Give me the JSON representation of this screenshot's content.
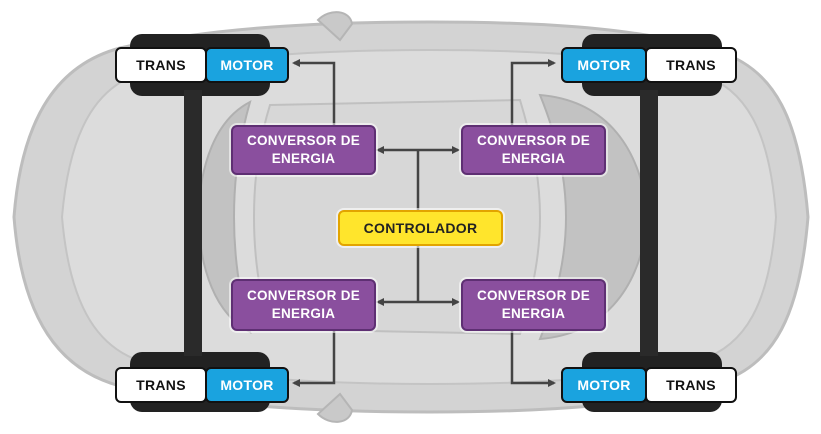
{
  "diagram": {
    "colors": {
      "motor": "#1aa3df",
      "converter": "#8a4f9e",
      "controller": "#ffe52c",
      "trans": "#ffffff",
      "arrows": "#444444",
      "car_body": "#cfcfcf"
    },
    "controller": {
      "label": "CONTROLADOR"
    },
    "wheels": {
      "front_left": {
        "trans": "TRANS",
        "motor": "MOTOR"
      },
      "front_right": {
        "trans": "TRANS",
        "motor": "MOTOR"
      },
      "rear_left": {
        "trans": "TRANS",
        "motor": "MOTOR"
      },
      "rear_right": {
        "trans": "TRANS",
        "motor": "MOTOR"
      }
    },
    "converters": {
      "top_left": {
        "label": "CONVERSOR DE\nENERGIA"
      },
      "top_right": {
        "label": "CONVERSOR DE\nENERGIA"
      },
      "bottom_left": {
        "label": "CONVERSOR DE\nENERGIA"
      },
      "bottom_right": {
        "label": "CONVERSOR DE\nENERGIA"
      }
    }
  }
}
